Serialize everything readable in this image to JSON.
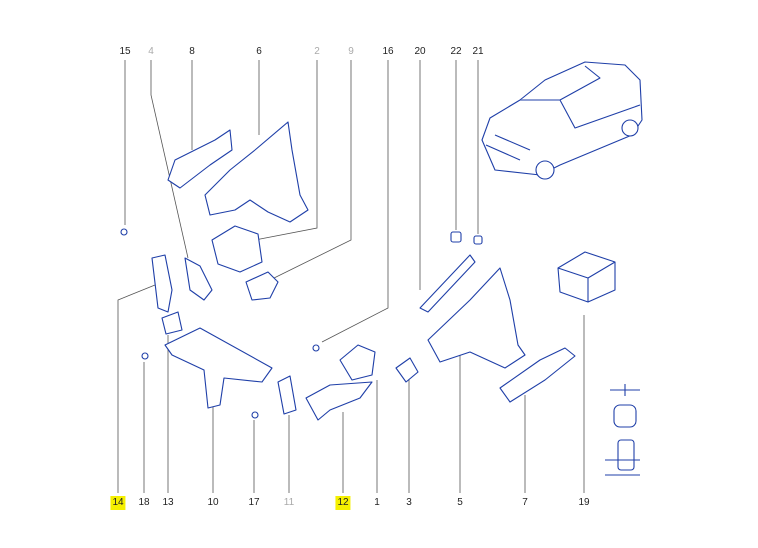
{
  "diagram": {
    "highlight_color": "#f5f000",
    "line_color": "#1f3fa8",
    "top_callouts": [
      {
        "label": "15",
        "muted": false
      },
      {
        "label": "4",
        "muted": true
      },
      {
        "label": "8",
        "muted": false
      },
      {
        "label": "6",
        "muted": false
      },
      {
        "label": "2",
        "muted": true
      },
      {
        "label": "9",
        "muted": true
      },
      {
        "label": "16",
        "muted": false
      },
      {
        "label": "20",
        "muted": false
      },
      {
        "label": "22",
        "muted": false
      },
      {
        "label": "21",
        "muted": false
      }
    ],
    "bottom_callouts": [
      {
        "label": "14",
        "muted": false,
        "highlighted": true
      },
      {
        "label": "18",
        "muted": false,
        "highlighted": false
      },
      {
        "label": "13",
        "muted": false,
        "highlighted": false
      },
      {
        "label": "10",
        "muted": false,
        "highlighted": false
      },
      {
        "label": "17",
        "muted": false,
        "highlighted": false
      },
      {
        "label": "11",
        "muted": true,
        "highlighted": false
      },
      {
        "label": "12",
        "muted": false,
        "highlighted": true
      },
      {
        "label": "1",
        "muted": false,
        "highlighted": false
      },
      {
        "label": "3",
        "muted": false,
        "highlighted": false
      },
      {
        "label": "5",
        "muted": false,
        "highlighted": false
      },
      {
        "label": "7",
        "muted": false,
        "highlighted": false
      },
      {
        "label": "19",
        "muted": false,
        "highlighted": false
      }
    ]
  }
}
